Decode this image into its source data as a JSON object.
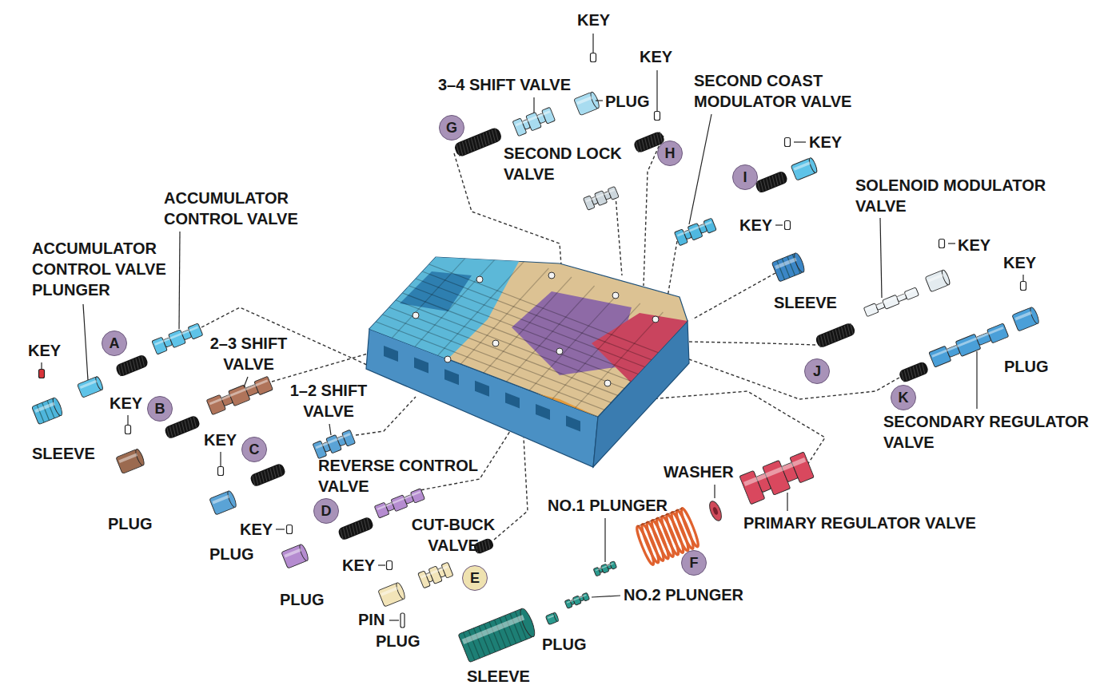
{
  "diagram": {
    "nodes": [
      {
        "text": [
          "A"
        ]
      },
      {
        "text": [
          "B"
        ]
      },
      {
        "text": [
          "C"
        ]
      },
      {
        "text": [
          "D"
        ]
      },
      {
        "text": [
          "E"
        ]
      },
      {
        "text": [
          "F"
        ]
      },
      {
        "text": [
          "G"
        ]
      },
      {
        "text": [
          "H"
        ]
      },
      {
        "text": [
          "I"
        ]
      },
      {
        "text": [
          "J"
        ]
      },
      {
        "text": [
          "K"
        ]
      }
    ],
    "labels": [
      "KEY",
      "KEY",
      "SECOND COAST MODULATOR VALVE",
      "3–4 SHIFT VALVE",
      "PLUG",
      "KEY",
      "SECOND LOCK VALVE",
      "SOLENOID MODULATOR VALVE",
      "ACCUMULATOR CONTROL VALVE",
      "KEY",
      "KEY",
      "ACCUMULATOR CONTROL VALVE PLUNGER",
      "KEY",
      "SLEEVE",
      "2–3 SHIFT VALVE",
      "KEY",
      "PLUG",
      "1–2 SHIFT VALVE",
      "KEY",
      "SECONDARY REGULATOR VALVE",
      "KEY",
      "SLEEVE",
      "REVERSE CONTROL VALVE",
      "WASHER",
      "NO.1 PLUNGER",
      "PRIMARY REGULATOR VALVE",
      "PLUG",
      "CUT-BUCK VALVE",
      "KEY",
      "PLUG",
      "KEY",
      "NO.2 PLUNGER",
      "PLUG",
      "PIN",
      "PLUG",
      "PLUG",
      "SLEEVE"
    ]
  }
}
